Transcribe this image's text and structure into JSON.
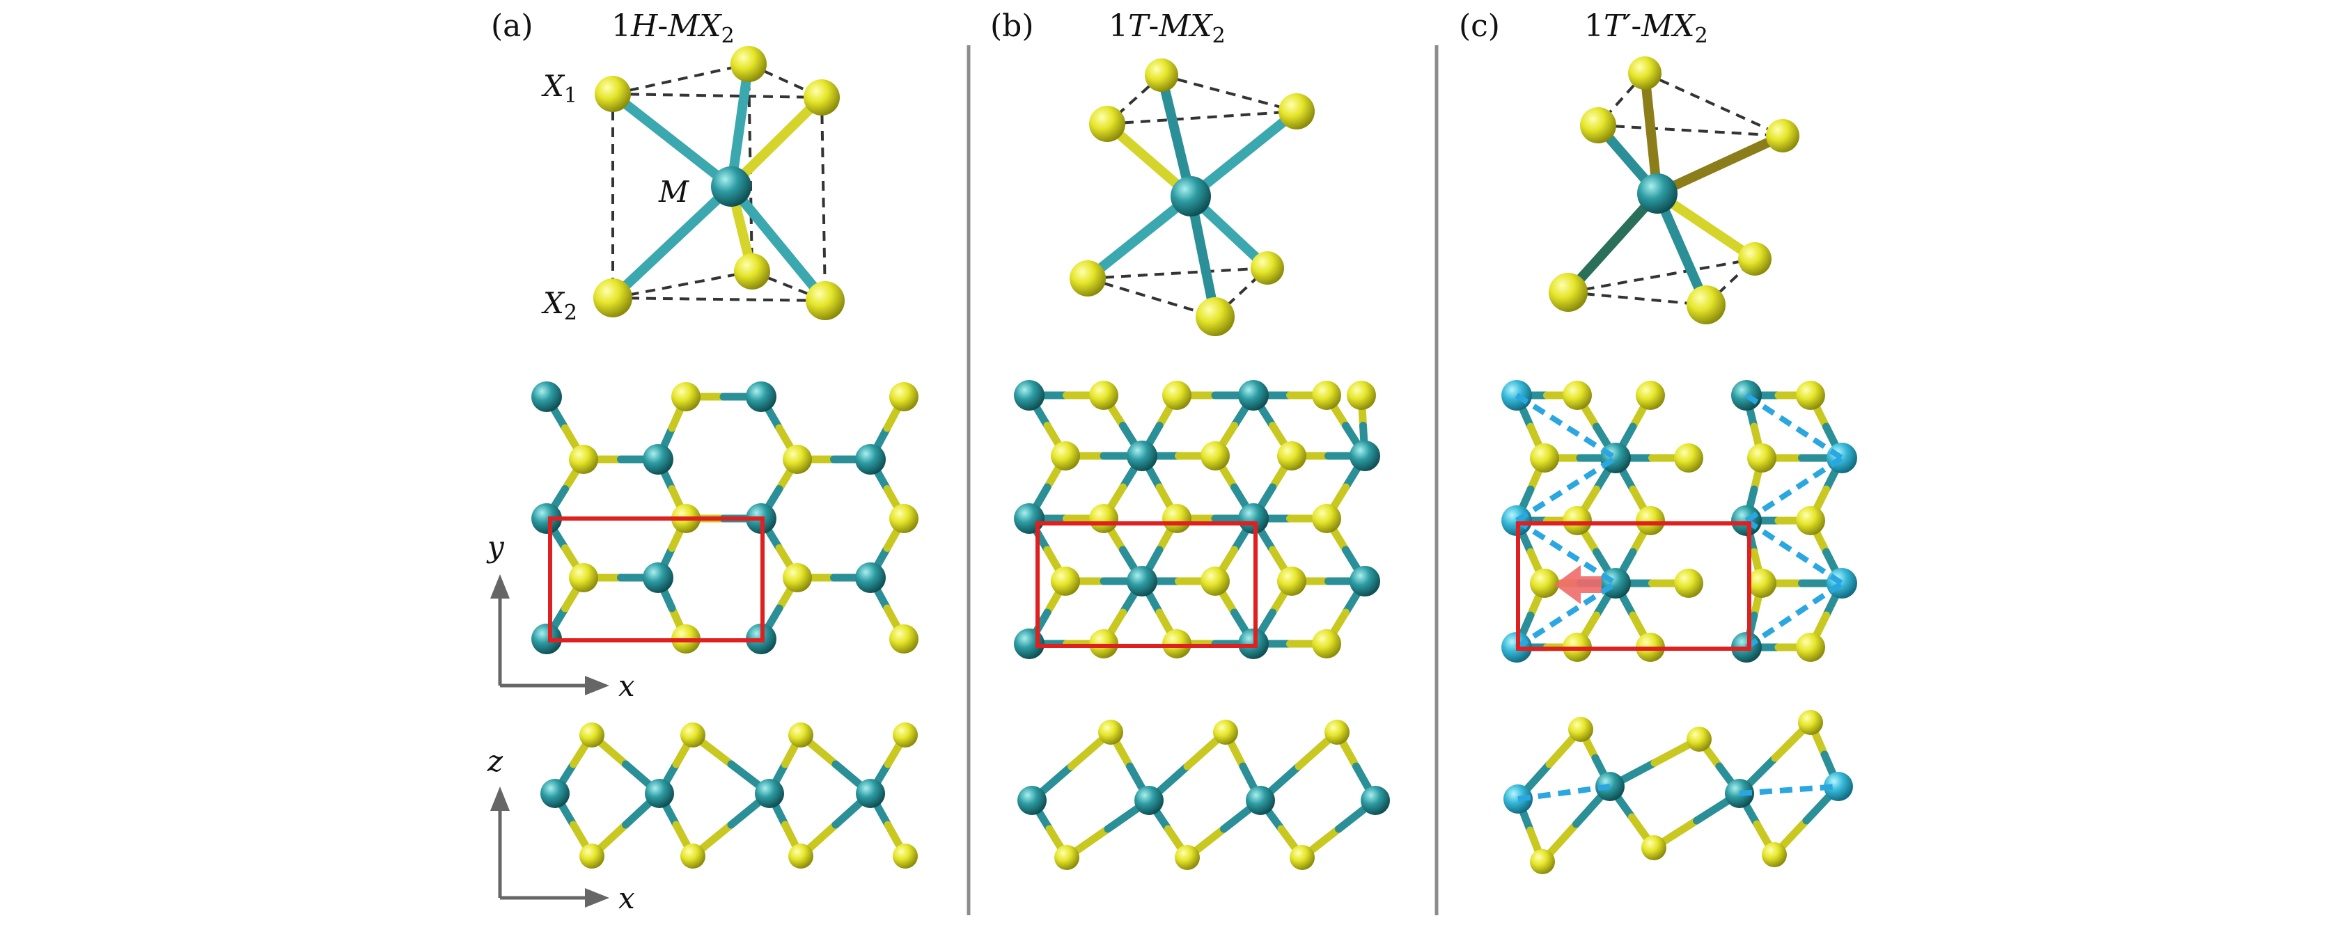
{
  "panels": [
    {
      "letter": "(a)",
      "title_prefix": "1",
      "title_phase": "H",
      "title_sep": "-",
      "title_MX": "MX",
      "title_sub": "2"
    },
    {
      "letter": "(b)",
      "title_prefix": "1",
      "title_phase": "T",
      "title_sep": "-",
      "title_MX": "MX",
      "title_sub": "2"
    },
    {
      "letter": "(c)",
      "title_prefix": "1",
      "title_phase": "T′",
      "title_sep": "-",
      "title_MX": "MX",
      "title_sub": "2"
    }
  ],
  "atom_labels": {
    "x1": "X",
    "x1_sub": "1",
    "x2": "X",
    "x2_sub": "2",
    "m": "M"
  },
  "axes": {
    "top_vertical": "y",
    "top_horizontal": "x",
    "bottom_vertical": "z",
    "bottom_horizontal": "x"
  },
  "colors": {
    "metal": "#2a8f96",
    "metal_light": "#5fd0d8",
    "chalcogen": "#d9d92a",
    "chalcogen_light": "#f5f56a",
    "unit_cell": "#e02020",
    "dimer": "#2aa6e0",
    "arrow": "#f06a6a",
    "axis": "#666666",
    "divider": "#888888"
  }
}
